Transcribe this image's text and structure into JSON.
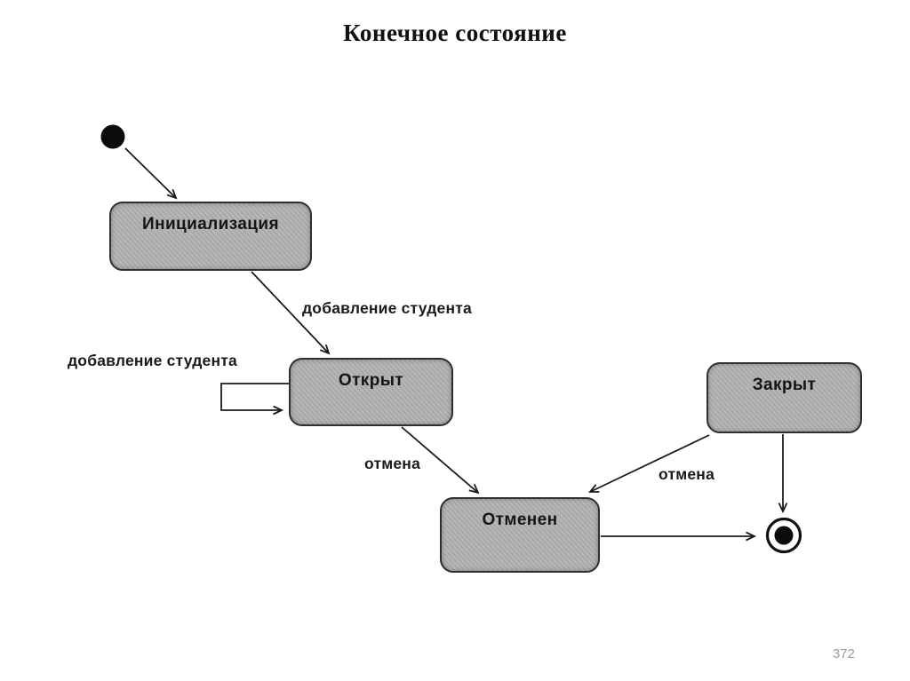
{
  "title": "Конечное состояние",
  "page_number": "372",
  "diagram": {
    "type": "uml-state-diagram",
    "states": [
      {
        "name": "initialization",
        "label": "Инициализация"
      },
      {
        "name": "open",
        "label": "Открыт"
      },
      {
        "name": "closed",
        "label": "Закрыт"
      },
      {
        "name": "cancelled",
        "label": "Отменен"
      }
    ],
    "pseudostates": [
      {
        "name": "initial",
        "shape": "filled-circle"
      },
      {
        "name": "final",
        "shape": "bullseye"
      }
    ],
    "transitions": [
      {
        "from": "initial",
        "to": "initialization",
        "label": ""
      },
      {
        "from": "initialization",
        "to": "open",
        "label": "добавление студента"
      },
      {
        "from": "open",
        "to": "open",
        "label": "добавление студента"
      },
      {
        "from": "open",
        "to": "cancelled",
        "label": "отмена"
      },
      {
        "from": "closed",
        "to": "cancelled",
        "label": "отмена"
      },
      {
        "from": "closed",
        "to": "final",
        "label": ""
      },
      {
        "from": "cancelled",
        "to": "final",
        "label": ""
      }
    ]
  }
}
